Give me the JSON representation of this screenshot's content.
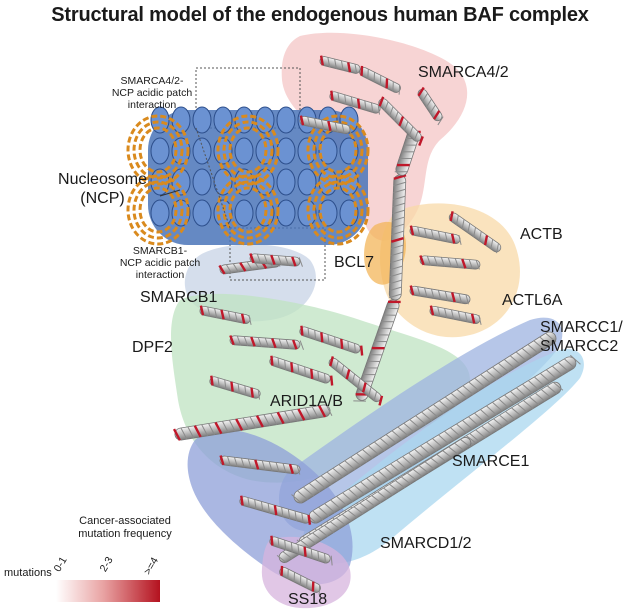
{
  "title": "Structural model of the endogenous human BAF complex",
  "labels": {
    "smarca4": "SMARCA4/2",
    "nucleosome": "Nucleosome\n(NCP)",
    "actb": "ACTB",
    "bcl7": "BCL7",
    "smarcb1": "SMARCB1",
    "actl6a": "ACTL6A",
    "smarcc": "SMARCC1/\nSMARCC2",
    "dpf2": "DPF2",
    "arid1": "ARID1A/B",
    "smarce1": "SMARCE1",
    "smarcd": "SMARCD1/2",
    "ss18": "SS18"
  },
  "annotations": {
    "smarca4_ncp": "SMARCA4/2-\nNCP acidic patch\ninteraction",
    "smarcb1_ncp": "SMARCB1-\nNCP acidic patch\ninteraction"
  },
  "legend": {
    "title": "Cancer-associated\nmutation frequency",
    "mutations_label": "mutations",
    "ticks": [
      "0-1",
      "2-3",
      ">=4"
    ]
  },
  "colors": {
    "smarca4_shade": "#f4c6c6",
    "actb_shade": "#f8d9a8",
    "bcl7_shade": "#f3b55a",
    "smarcb1_shade": "#c7d3e6",
    "arid_shade": "#bfe3c2",
    "smarcc_shade": "#9db3e0",
    "smarce1_shade": "#a9d7ef",
    "smarcd_shade": "#8d9fd8",
    "ss18_shade": "#d7b4de",
    "histone": "#4a74b8",
    "dna": "#d98a1e",
    "mutation_low": "#ffffff",
    "mutation_high": "#b4121f"
  }
}
